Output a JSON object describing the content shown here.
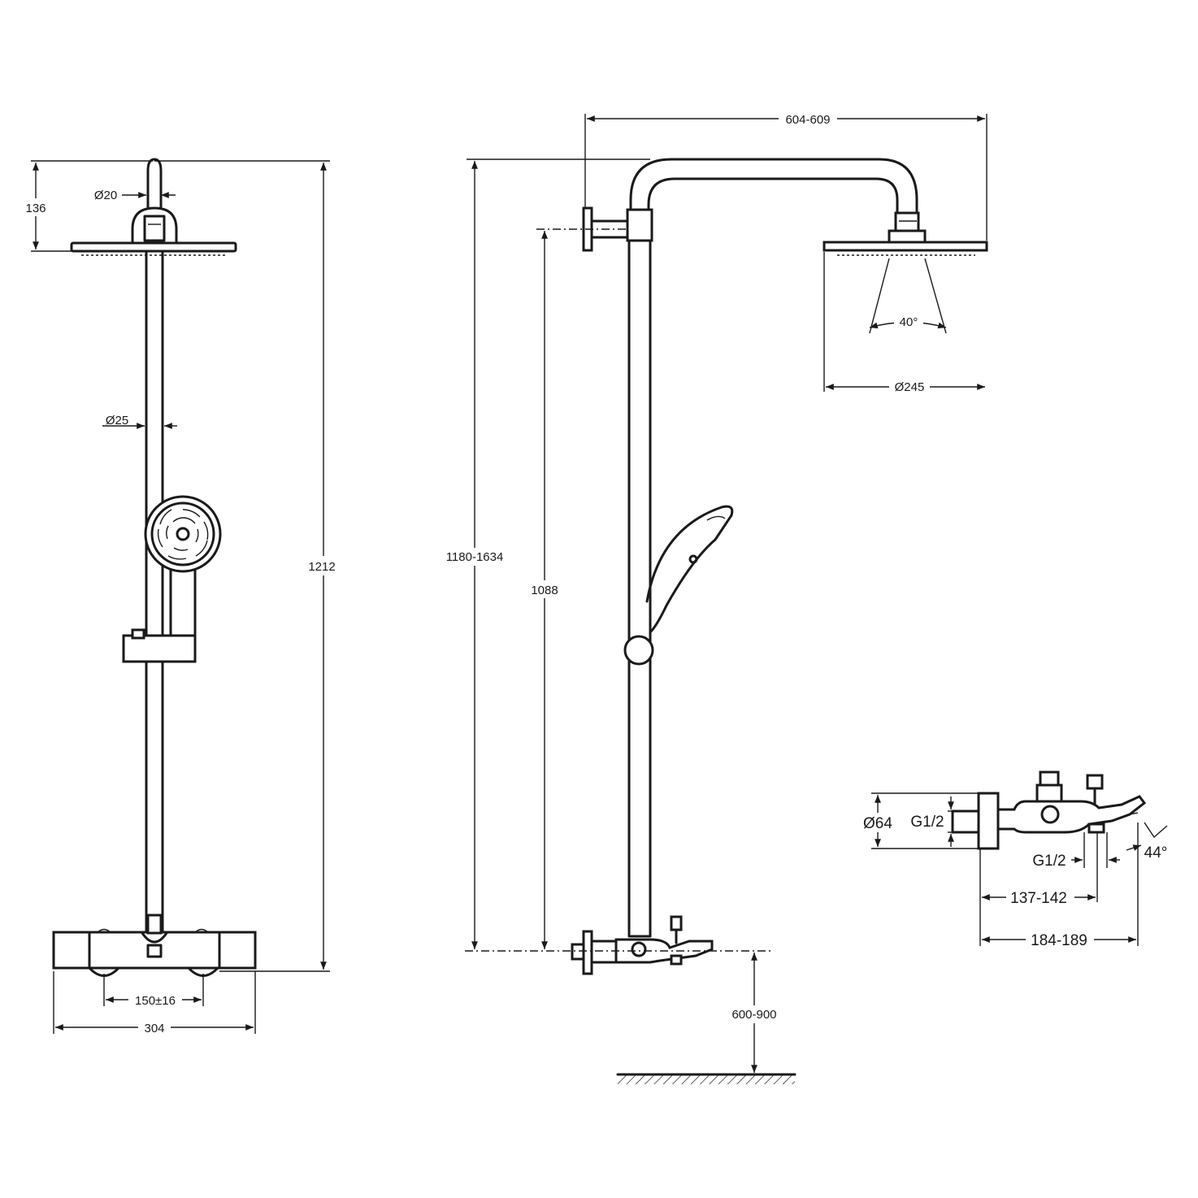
{
  "front_view": {
    "dia_arm": "Ø20",
    "dia_bar": "Ø25",
    "height_head": "136",
    "height_total": "1212",
    "inlet_spacing": "150±16",
    "width_total": "304"
  },
  "side_view": {
    "arm_reach": "604-609",
    "head_diameter": "Ø245",
    "spray_angle": "40°",
    "height_range": "1180-1634",
    "height_fixed": "1088",
    "floor_height": "600-900"
  },
  "detail_view": {
    "body_diameter": "Ø64",
    "thread_inlet": "G1/2",
    "thread_outlet": "G1/2",
    "spout_angle": "44°",
    "depth_short": "137-142",
    "depth_long": "184-189"
  }
}
